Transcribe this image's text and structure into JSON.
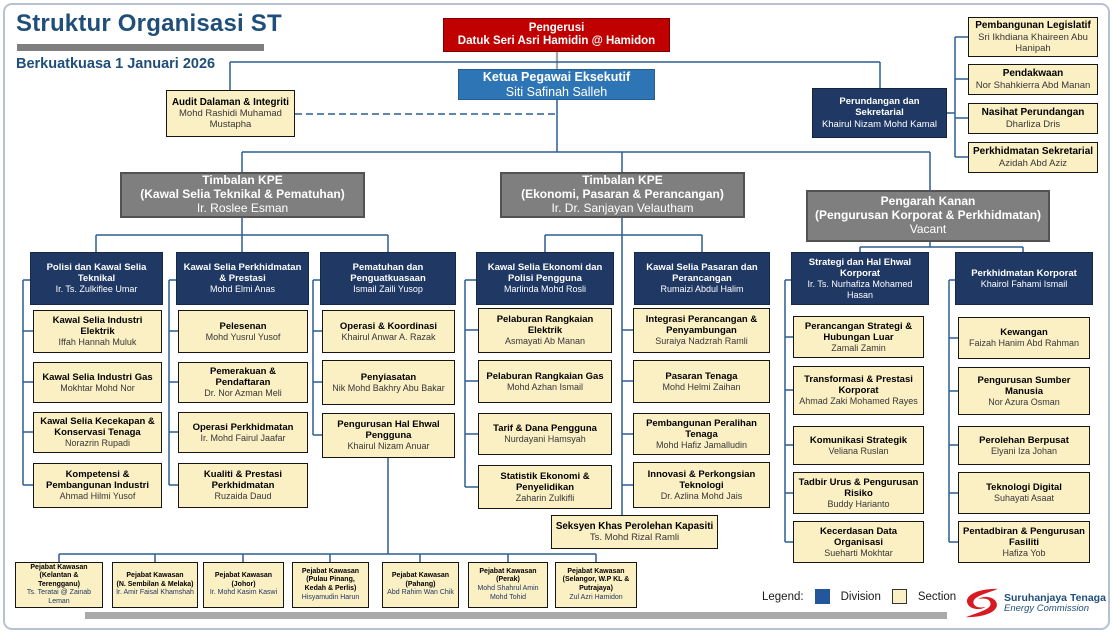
{
  "header": {
    "title": "Struktur Organisasi ST",
    "subtitle": "Berkuatkuasa 1 Januari 2026"
  },
  "top": {
    "pengerusi": {
      "title": "Pengerusi",
      "name": "Datuk Seri Asri Hamidin @ Hamidon"
    },
    "kpe": {
      "title": "Ketua Pegawai Eksekutif",
      "name": "Siti Safinah Salleh"
    },
    "audit": {
      "title": "Audit Dalaman & Integriti",
      "name": "Mohd Rashidi Muhamad Mustapha"
    },
    "perundangan": {
      "title": "Perundangan dan Sekretarial",
      "name": "Khairul Nizam Mohd Kamal"
    }
  },
  "legal_sections": [
    {
      "title": "Pembangunan Legislatif",
      "name": "Sri Ikhdiana Khaireen Abu Hanipah"
    },
    {
      "title": "Pendakwaan",
      "name": "Nor Shahkierra Abd Manan"
    },
    {
      "title": "Nasihat Perundangan",
      "name": "Dharliza Dris"
    },
    {
      "title": "Perkhidmatan Sekretarial",
      "name": "Azidah Abd Aziz"
    }
  ],
  "deputies": [
    {
      "title": "Timbalan KPE",
      "subtitle": "(Kawal Selia Teknikal & Pematuhan)",
      "name": "Ir. Roslee Esman"
    },
    {
      "title": "Timbalan KPE",
      "subtitle": "(Ekonomi, Pasaran & Perancangan)",
      "name": "Ir. Dr. Sanjayan Velautham"
    },
    {
      "title": "Pengarah Kanan",
      "subtitle": "(Pengurusan Korporat & Perkhidmatan)",
      "name": "Vacant"
    }
  ],
  "divisions": [
    {
      "title": "Polisi dan Kawal Selia Teknikal",
      "name": "Ir. Ts. Zulkiflee Umar",
      "sections": [
        {
          "title": "Kawal Selia Industri Elektrik",
          "name": "Iffah Hannah Muluk"
        },
        {
          "title": "Kawal Selia Industri Gas",
          "name": "Mokhtar Mohd Nor"
        },
        {
          "title": "Kawal Selia Kecekapan & Konservasi Tenaga",
          "name": "Norazrin Rupadi"
        },
        {
          "title": "Kompetensi & Pembangunan Industri",
          "name": "Ahmad Hilmi Yusof"
        }
      ]
    },
    {
      "title": "Kawal Selia Perkhidmatan & Prestasi",
      "name": "Mohd Elmi Anas",
      "sections": [
        {
          "title": "Pelesenan",
          "name": "Mohd Yusrul Yusof"
        },
        {
          "title": "Pemerakuan & Pendaftaran",
          "name": "Dr. Nor Azman Meli"
        },
        {
          "title": "Operasi Perkhidmatan",
          "name": "Ir. Mohd Fairul Jaafar"
        },
        {
          "title": "Kualiti & Prestasi Perkhidmatan",
          "name": "Ruzaida Daud"
        }
      ]
    },
    {
      "title": "Pematuhan dan Penguatkuasaan",
      "name": "Ismail Zaili Yusop",
      "sections": [
        {
          "title": "Operasi & Koordinasi",
          "name": "Khairul Anwar A. Razak"
        },
        {
          "title": "Penyiasatan",
          "name": "Nik Mohd Bakhry Abu Bakar"
        },
        {
          "title": "Pengurusan Hal Ehwal Pengguna",
          "name": "Khairul Nizam Anuar"
        }
      ]
    },
    {
      "title": "Kawal Selia Ekonomi dan Polisi Pengguna",
      "name": "Marlinda Mohd Rosli",
      "sections": [
        {
          "title": "Pelaburan Rangkaian Elektrik",
          "name": "Asmayati Ab Manan"
        },
        {
          "title": "Pelaburan Rangkaian Gas",
          "name": "Mohd Azhan Ismail"
        },
        {
          "title": "Tarif & Dana Pengguna",
          "name": "Nurdayani Hamsyah"
        },
        {
          "title": "Statistik Ekonomi & Penyelidikan",
          "name": "Zaharin Zulkifli"
        }
      ]
    },
    {
      "title": "Kawal Selia Pasaran dan Perancangan",
      "name": "Rumaizi Abdul Halim",
      "sections": [
        {
          "title": "Integrasi Perancangan & Penyambungan",
          "name": "Suraiya Nadzrah Ramli"
        },
        {
          "title": "Pasaran Tenaga",
          "name": "Mohd Helmi Zaihan"
        },
        {
          "title": "Pembangunan Peralihan Tenaga",
          "name": "Mohd Hafiz Jamalludin"
        },
        {
          "title": "Innovasi & Perkongsian Teknologi",
          "name": "Dr. Azlina Mohd Jais"
        }
      ]
    },
    {
      "title": "Strategi dan Hal Ehwal Korporat",
      "name": "Ir. Ts. Nurhafiza Mohamed Hasan",
      "sections": [
        {
          "title": "Perancangan Strategi & Hubungan Luar",
          "name": "Zamali Zamin"
        },
        {
          "title": "Transformasi & Prestasi Korporat",
          "name": "Ahmad Zaki Mohamed Rayes"
        },
        {
          "title": "Komunikasi Strategik",
          "name": "Veliana Ruslan"
        },
        {
          "title": "Tadbir Urus & Pengurusan Risiko",
          "name": "Buddy Harianto"
        },
        {
          "title": "Kecerdasan Data Organisasi",
          "name": "Sueharti Mokhtar"
        }
      ]
    },
    {
      "title": "Perkhidmatan Korporat",
      "name": "Khairol Fahami Ismail",
      "sections": [
        {
          "title": "Kewangan",
          "name": "Faizah Hanim Abd Rahman"
        },
        {
          "title": "Pengurusan Sumber Manusia",
          "name": "Nor Azura Osman"
        },
        {
          "title": "Perolehan Berpusat",
          "name": "Elyani Iza Johan"
        },
        {
          "title": "Teknologi Digital",
          "name": "Suhayati Asaat"
        },
        {
          "title": "Pentadbiran & Pengurusan Fasiliti",
          "name": "Hafiza Yob"
        }
      ]
    }
  ],
  "special_section": {
    "title": "Seksyen Khas Perolehan Kapasiti",
    "name": "Ts. Mohd Rizal Ramli"
  },
  "regional_offices": [
    {
      "title": "Pejabat Kawasan",
      "region": "(Kelantan & Terengganu)",
      "name": "Ts. Teratai @ Zainab Leman"
    },
    {
      "title": "Pejabat Kawasan",
      "region": "(N. Sembilan & Melaka)",
      "name": "Ir. Amir Faisal Khamshah"
    },
    {
      "title": "Pejabat Kawasan",
      "region": "(Johor)",
      "name": "Ir. Mohd Kasim Kaswi"
    },
    {
      "title": "Pejabat Kawasan",
      "region": "(Pulau Pinang, Kedah & Perlis)",
      "name": "Hisyamudin Harun"
    },
    {
      "title": "Pejabat Kawasan",
      "region": "(Pahang)",
      "name": "Abd Rahim Wan Chik"
    },
    {
      "title": "Pejabat Kawasan",
      "region": "(Perak)",
      "name": "Mohd Shahrul Amin Mohd Tohid"
    },
    {
      "title": "Pejabat Kawasan",
      "region": "(Selangor, W.P KL & Putrajaya)",
      "name": "Zul Azri Hamidon"
    }
  ],
  "legend": {
    "label": "Legend:",
    "items": [
      {
        "label": "Division",
        "color": "#24569B"
      },
      {
        "label": "Section",
        "color": "#FBEFC4"
      }
    ]
  },
  "logo": {
    "line1": "Suruhanjaya Tenaga",
    "line2": "Energy Commission",
    "swoosh_color": "#D81A22"
  },
  "colors": {
    "chairman_red": "#C00000",
    "ceo_blue": "#2E75B6",
    "division_navy": "#1F3864",
    "deputy_gray": "#7F7F7F",
    "section_cream": "#FBEFC4",
    "connector_blue": "#2d5f94",
    "title_blue": "#1F4E79"
  }
}
